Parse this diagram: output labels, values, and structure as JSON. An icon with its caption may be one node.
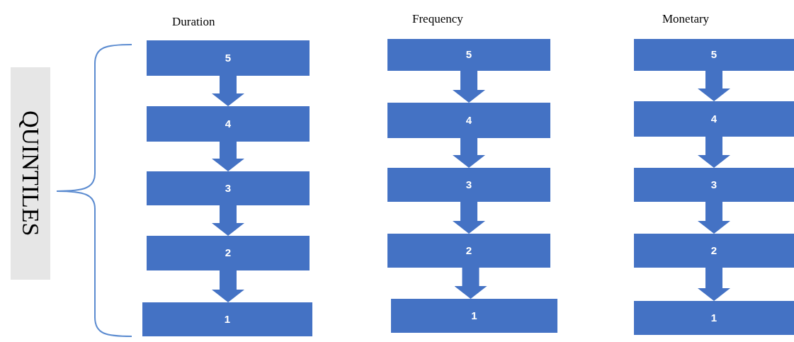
{
  "diagram": {
    "nodes": [
      {
        "text": [
          "QUINTILES"
        ]
      },
      {
        "text": [
          "5"
        ]
      },
      {
        "text": [
          "4"
        ]
      },
      {
        "text": [
          "3"
        ]
      },
      {
        "text": [
          "2"
        ]
      },
      {
        "text": [
          "1"
        ]
      },
      {
        "text": [
          "5"
        ]
      },
      {
        "text": [
          "4"
        ]
      },
      {
        "text": [
          "3"
        ]
      },
      {
        "text": [
          "2"
        ]
      },
      {
        "text": [
          "1"
        ]
      },
      {
        "text": [
          "5"
        ]
      },
      {
        "text": [
          "4"
        ]
      },
      {
        "text": [
          "3"
        ]
      },
      {
        "text": [
          "2"
        ]
      },
      {
        "text": [
          "1"
        ]
      }
    ],
    "edges": [
      {
        "from": 1,
        "to": 2,
        "arrow": "to"
      },
      {
        "from": 2,
        "to": 3,
        "arrow": "to"
      },
      {
        "from": 3,
        "to": 4,
        "arrow": "to"
      },
      {
        "from": 4,
        "to": 5,
        "arrow": "to"
      },
      {
        "from": 6,
        "to": 7,
        "arrow": "to"
      },
      {
        "from": 7,
        "to": 8,
        "arrow": "to"
      },
      {
        "from": 8,
        "to": 9,
        "arrow": "to"
      },
      {
        "from": 9,
        "to": 10,
        "arrow": "to"
      },
      {
        "from": 11,
        "to": 12,
        "arrow": "to"
      },
      {
        "from": 12,
        "to": 13,
        "arrow": "to"
      },
      {
        "from": 13,
        "to": 14,
        "arrow": "to"
      },
      {
        "from": 14,
        "to": 15,
        "arrow": "to"
      }
    ],
    "labels": [
      "Duration",
      "Frequency",
      "Monetary"
    ]
  }
}
